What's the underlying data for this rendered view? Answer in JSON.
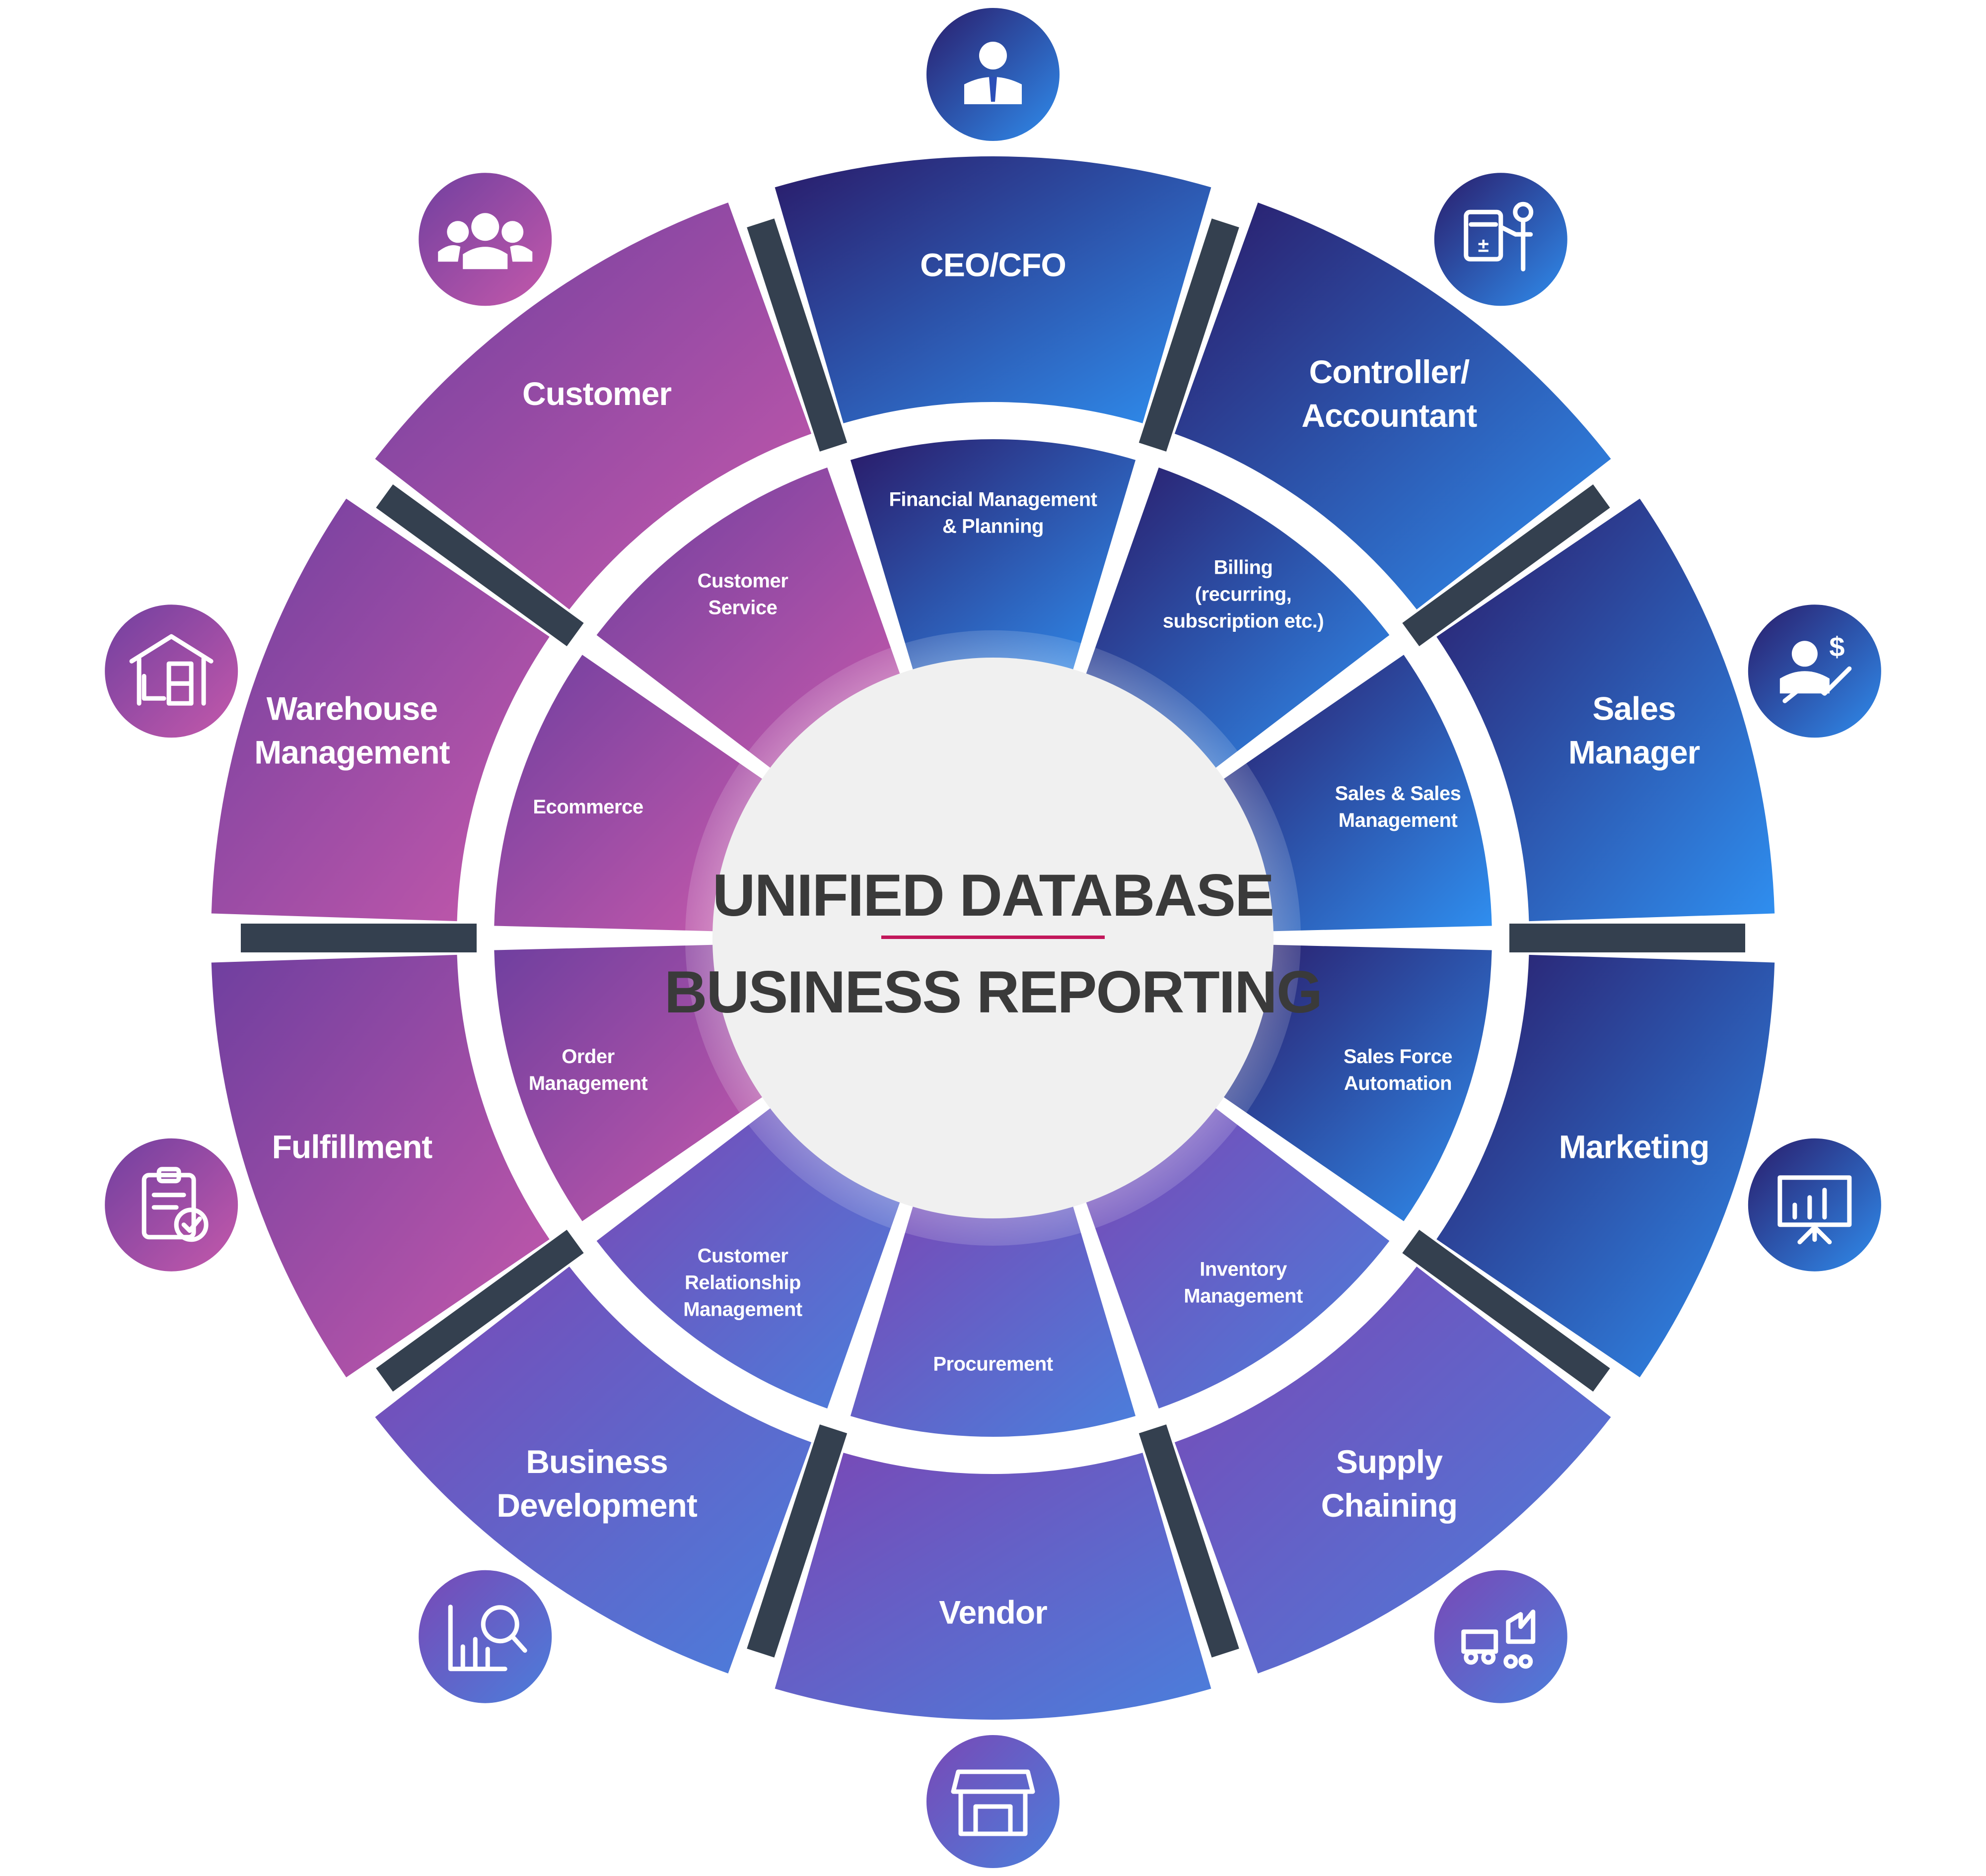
{
  "center": {
    "title_line1": "UNIFIED DATABASE",
    "title_line2": "BUSINESS REPORTING",
    "divider_color": "#c2185b"
  },
  "outer_segments": [
    {
      "label_lines": [
        "CEO/CFO"
      ],
      "icon": "executive-icon",
      "gradient": "blue"
    },
    {
      "label_lines": [
        "Controller/",
        "Accountant"
      ],
      "icon": "accountant-icon",
      "gradient": "blue"
    },
    {
      "label_lines": [
        "Sales",
        "Manager"
      ],
      "icon": "sales-manager-icon",
      "gradient": "blue"
    },
    {
      "label_lines": [
        "Marketing"
      ],
      "icon": "presentation-chart-icon",
      "gradient": "blue"
    },
    {
      "label_lines": [
        "Supply",
        "Chaining"
      ],
      "icon": "supply-chain-icon",
      "gradient": "indigo"
    },
    {
      "label_lines": [
        "Vendor"
      ],
      "icon": "storefront-icon",
      "gradient": "indigo"
    },
    {
      "label_lines": [
        "Business",
        "Development"
      ],
      "icon": "analytics-icon",
      "gradient": "indigo"
    },
    {
      "label_lines": [
        "Fulfillment"
      ],
      "icon": "clipboard-check-icon",
      "gradient": "purple"
    },
    {
      "label_lines": [
        "Warehouse",
        "Management"
      ],
      "icon": "warehouse-icon",
      "gradient": "purple"
    },
    {
      "label_lines": [
        "Customer"
      ],
      "icon": "customers-group-icon",
      "gradient": "purple"
    }
  ],
  "inner_segments": [
    {
      "label_lines": [
        "Financial Management",
        "& Planning"
      ],
      "gradient": "blue"
    },
    {
      "label_lines": [
        "Billing",
        "(recurring,",
        "subscription etc.)"
      ],
      "gradient": "blue"
    },
    {
      "label_lines": [
        "Sales & Sales",
        "Management"
      ],
      "gradient": "blue"
    },
    {
      "label_lines": [
        "Sales Force",
        "Automation"
      ],
      "gradient": "blue"
    },
    {
      "label_lines": [
        "Inventory",
        "Management"
      ],
      "gradient": "indigo"
    },
    {
      "label_lines": [
        "Procurement"
      ],
      "gradient": "indigo"
    },
    {
      "label_lines": [
        "Customer",
        "Relationship",
        "Management"
      ],
      "gradient": "indigo"
    },
    {
      "label_lines": [
        "Order",
        "Management"
      ],
      "gradient": "purple"
    },
    {
      "label_lines": [
        "Ecommerce"
      ],
      "gradient": "purple"
    },
    {
      "label_lines": [
        "Customer",
        "Service"
      ],
      "gradient": "purple"
    }
  ],
  "colors": {
    "blue_dark": "#2a1a68",
    "blue_light": "#2f8ff0",
    "indigo_dark": "#7a47b5",
    "indigo_light": "#4a7fdc",
    "purple_dark": "#6f3f9f",
    "purple_light": "#c659ab",
    "separator": "#34404f",
    "center_fill": "#f0f0f0"
  }
}
